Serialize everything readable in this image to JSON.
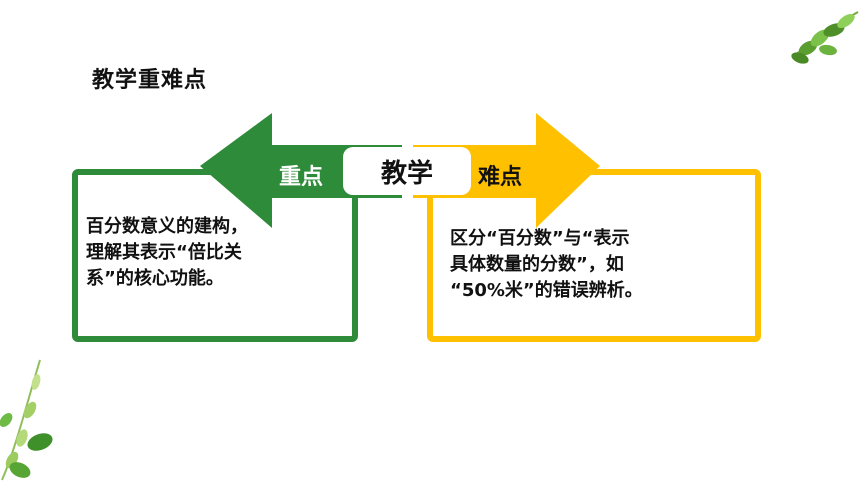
{
  "title": "教学重难点",
  "center_label": "教学",
  "key_point": {
    "label": "重点",
    "lines": [
      "百分数意义的建构，",
      "理解其表示“倍比关",
      "系”的核心功能。"
    ]
  },
  "difficult_point": {
    "label": "难点",
    "lines": [
      "区分“百分数”与“表示",
      "具体数量的分数”，如",
      "“50%米”的错误辨析。"
    ]
  },
  "colors": {
    "green": "#2e8b3a",
    "yellow": "#ffc000"
  },
  "decorations": [
    "leaf-branch-top-right",
    "leaf-branch-bottom-left"
  ]
}
